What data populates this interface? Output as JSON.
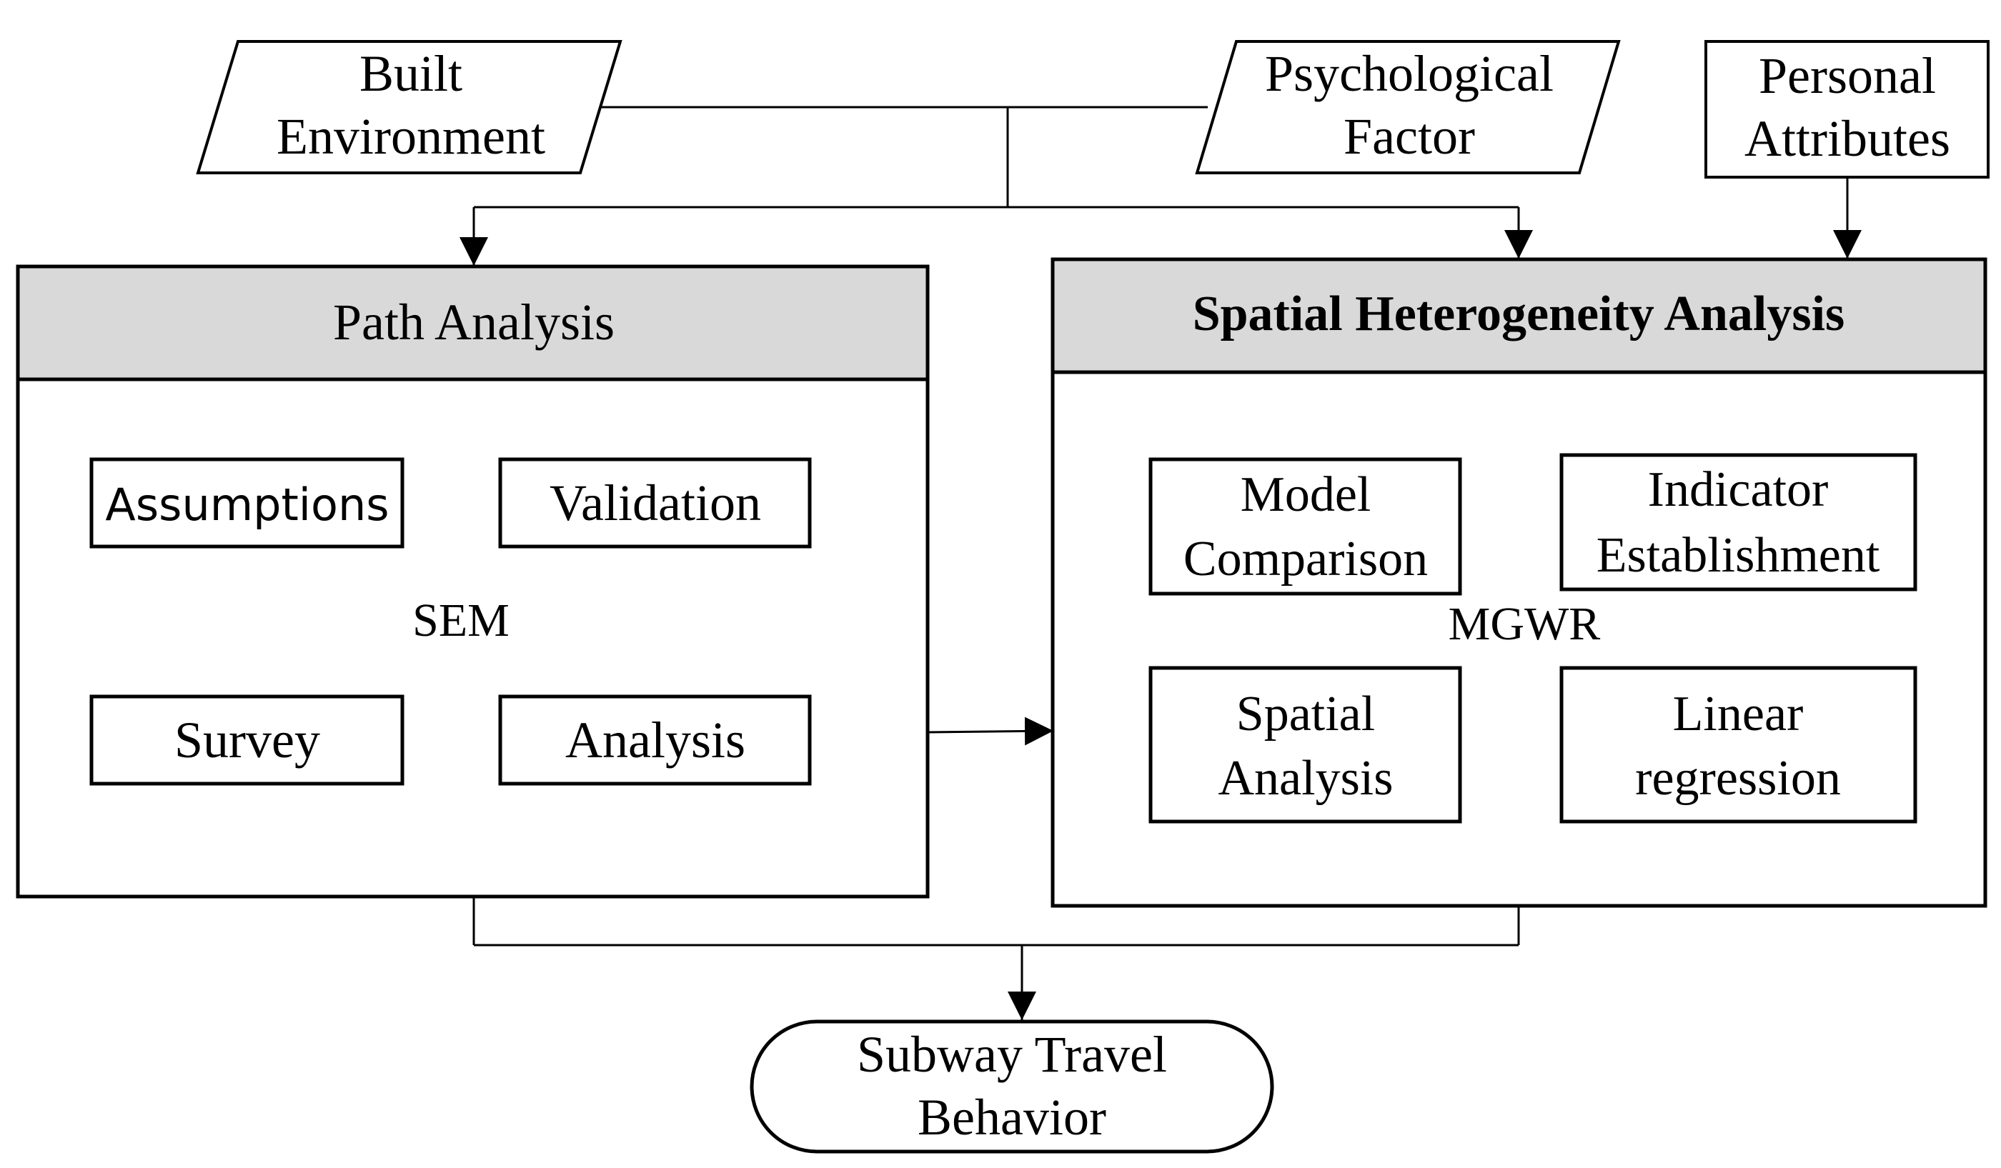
{
  "inputs": {
    "built_environment": [
      "Built",
      "Environment"
    ],
    "psychological_factor": [
      "Psychological",
      "Factor"
    ],
    "personal_attributes": [
      "Personal",
      "Attributes"
    ]
  },
  "path_analysis": {
    "title": "Path Analysis",
    "method": "SEM",
    "assumptions": "Assumptions",
    "validation": "Validation",
    "survey": "Survey",
    "analysis": "Analysis"
  },
  "spatial_analysis": {
    "title": "Spatial Heterogeneity Analysis",
    "method": "MGWR",
    "model_comparison": [
      "Model",
      "Comparison"
    ],
    "indicator_establishment": [
      "Indicator",
      "Establishment"
    ],
    "spatial_analysis": [
      "Spatial",
      "Analysis"
    ],
    "linear_regression": [
      "Linear",
      "regression"
    ]
  },
  "output": {
    "subway_travel_behavior": [
      "Subway Travel",
      "Behavior"
    ]
  },
  "colors": {
    "line": "#000000",
    "header_fill": "#d9d9d9",
    "background": "#ffffff"
  }
}
